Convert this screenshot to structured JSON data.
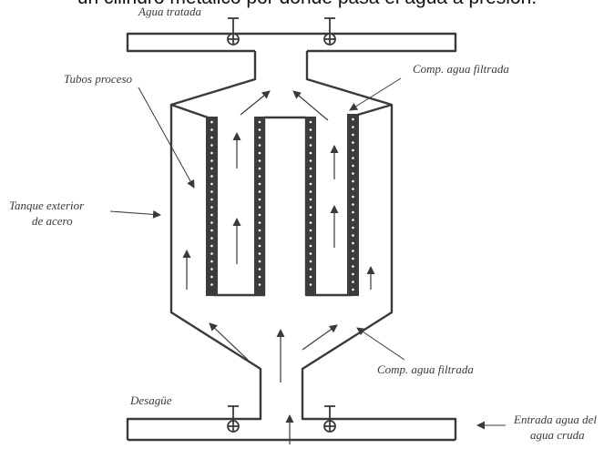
{
  "caption": "un cilindro metálico por donde pasa el agua a presión.",
  "labels": {
    "treated_water": "Agua tratada",
    "process_tubes": "Tubos proceso",
    "filtered_top": "Comp. agua filtrada",
    "steel_tank_line1": "Tanque exterior",
    "steel_tank_line2": "de acero",
    "filtered_bottom": "Comp. agua filtrada",
    "drain": "Desagüe",
    "raw_inlet_line1": "Entrada agua del",
    "raw_inlet_line2": "agua cruda"
  },
  "colors": {
    "line": "#3a3a3a",
    "tube_fill": "#3c3c3c",
    "tube_dot": "#ffffff",
    "background": "#ffffff"
  }
}
